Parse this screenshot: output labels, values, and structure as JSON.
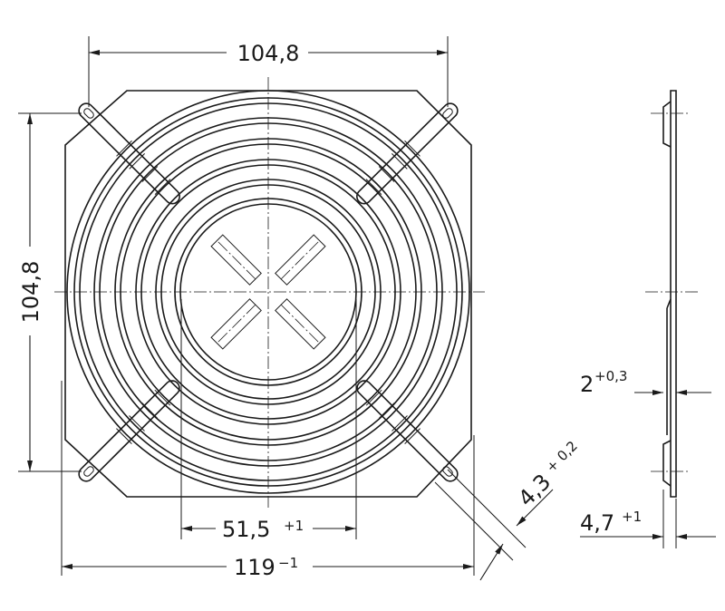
{
  "drawing": {
    "top_width": "104,8",
    "left_height": "104,8",
    "inner_diameter": "51,5",
    "inner_diameter_tol": "+1",
    "overall_width": "119",
    "overall_width_tol": "−1",
    "hole_diameter": "4,3",
    "hole_diameter_tol": "+ 0,2",
    "plate_thickness": "2",
    "plate_thickness_tol": "+0,3",
    "side_depth": "4,7",
    "side_depth_tol": "+1"
  },
  "colors": {
    "ink": "#1a1a1a",
    "background": "#ffffff"
  }
}
